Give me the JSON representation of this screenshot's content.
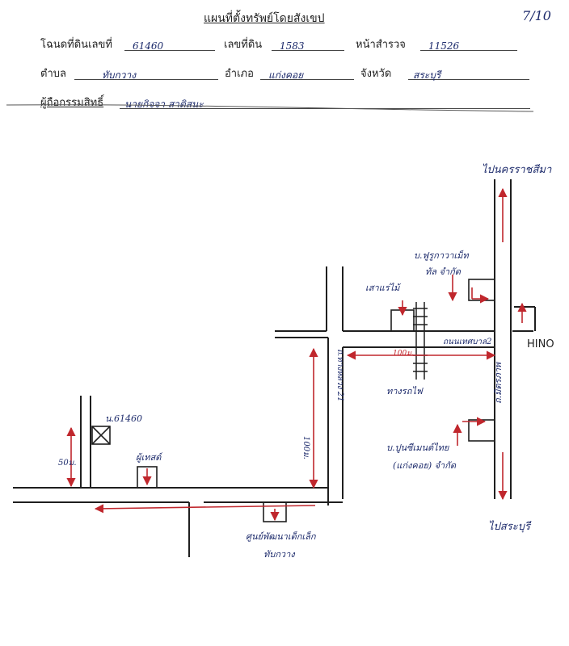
{
  "header": {
    "title": "แผนที่ตั้งทรัพย์โดยสังเขป",
    "page_mark": "7/10",
    "deed_label": "โฉนดที่ดินเลขที่",
    "deed_value": "61460",
    "land_no_label": "เลขที่ดิน",
    "land_no_value": "1583",
    "survey_label": "หน้าสำรวจ",
    "survey_value": "11526",
    "subdistrict_label": "ตำบล",
    "subdistrict_value": "ทับกวาง",
    "district_label": "อำเภอ",
    "district_value": "แก่งคอย",
    "province_label": "จังหวัด",
    "province_value": "สระบุรี",
    "owner_label": "ผู้ถือกรรมสิทธิ์",
    "owner_value": "นายกิจจา สาติสนะ"
  },
  "map": {
    "to_nakhon_ratchasima": "ไปนครราชสีมา",
    "to_saraburi": "ไปสระบุรี",
    "hino": "HINO",
    "factory_top": "บ.ฟูรูกาวาเม็ททัล จำกัด",
    "factory_top_l1": "บ.ฟูรูกาวาเม็ท",
    "factory_top_l2": "ทัล จำกัด",
    "bamboo_shop": "เสาแร่ไม้",
    "road_name": "ถนนเทศบาล2",
    "road_dist": "100ม.",
    "railway": "ทางรถไฟ",
    "highway_label": "ถ.มิตรภาพ",
    "side_road": "ถ.ทางหลวง 21",
    "side_road_dist": "100ม.",
    "factory_bottom": "บ.ปูนซีเมนต์ไทย (แก่งคอย) จำกัด",
    "factory_bottom_l1": "บ.ปูนซีเมนต์ไทย",
    "factory_bottom_l2": "(แก่งคอย) จำกัด",
    "property_label": "น.61460",
    "dist_50": "50ม.",
    "pharmacy": "ผู้เทสต์",
    "center": "ศูนย์พัฒนาเด็กเล็ก ทับกวาง",
    "center_l1": "ศูนย์พัฒนาเด็กเล็ก",
    "center_l2": "ทับกวาง"
  },
  "colors": {
    "ink": "#1c2a6b",
    "red": "#c0272d",
    "line": "#1f1f1f"
  }
}
